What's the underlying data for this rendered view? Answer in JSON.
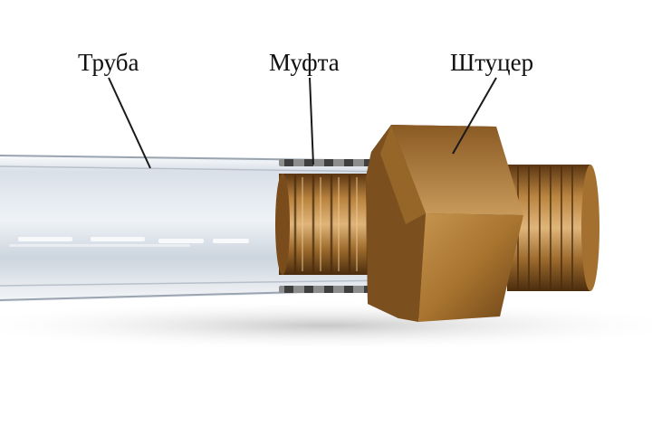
{
  "labels": {
    "pipe": "Труба",
    "sleeve": "Муфта",
    "fitting": "Штуцер"
  },
  "colors": {
    "brass": "#8a5a24",
    "brass_light": "#c99a5c",
    "brass_dark": "#4e2f10",
    "pipe_glass": "#dfe6ee",
    "leader_line": "#1a1a1a"
  }
}
